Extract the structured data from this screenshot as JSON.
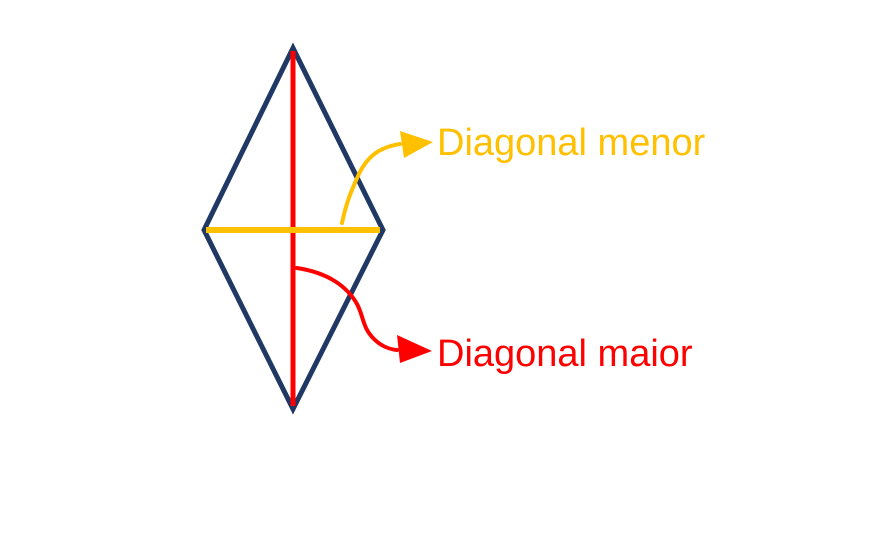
{
  "canvas": {
    "background": "#FFFFFF"
  },
  "shape": {
    "name": "rhombus"
  },
  "colors": {
    "outline": "#1F3864",
    "major_diagonal": "#FF0000",
    "minor_diagonal": "#FFC000"
  },
  "labels": {
    "minor": "Diagonal menor",
    "major": "Diagonal maior"
  }
}
